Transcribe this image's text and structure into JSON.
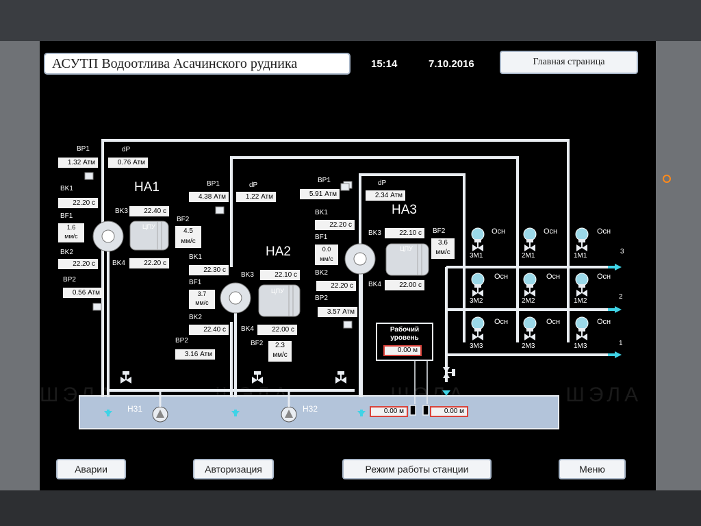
{
  "header": {
    "title": "АСУТП Водоотлива Асачинского рудника",
    "time": "15:14",
    "date": "7.10.2016",
    "home_button": "Главная страница"
  },
  "watermark": "ШЭЛА",
  "pumps": [
    {
      "name": "НА1",
      "BP1": {
        "label": "BP1",
        "value": "1.32",
        "unit": "Атм"
      },
      "dP": {
        "label": "dP",
        "value": "0.76",
        "unit": "Атм"
      },
      "BK1": {
        "label": "BK1",
        "value": "22.20",
        "unit": "с"
      },
      "BF1": {
        "label": "BF1",
        "value": "1.6",
        "unit": "мм/с"
      },
      "BK2": {
        "label": "BK2",
        "value": "22.20",
        "unit": "с"
      },
      "BP2": {
        "label": "BP2",
        "value": "0.56",
        "unit": "Атм"
      },
      "BK3": {
        "label": "BK3",
        "value": "22.40",
        "unit": "с"
      },
      "BK4": {
        "label": "BK4",
        "value": "22.20",
        "unit": "с"
      },
      "BF2": {
        "label": "BF2",
        "value": "4.5",
        "unit": "мм/с"
      },
      "motor_label": "ЦПУ"
    },
    {
      "name": "НА2",
      "BP1": {
        "label": "BP1",
        "value": "4.38",
        "unit": "Атм"
      },
      "dP": {
        "label": "dP",
        "value": "1.22",
        "unit": "Атм"
      },
      "BK1": {
        "label": "BK1",
        "value": "22.30",
        "unit": "с"
      },
      "BF1": {
        "label": "BF1",
        "value": "3.7",
        "unit": "мм/с"
      },
      "BK2": {
        "label": "BK2",
        "value": "22.40",
        "unit": "с"
      },
      "BP2": {
        "label": "BP2",
        "value": "3.16",
        "unit": "Атм"
      },
      "BK3": {
        "label": "BK3",
        "value": "22.10",
        "unit": "с"
      },
      "BK4": {
        "label": "BK4",
        "value": "22.00",
        "unit": "с"
      },
      "BF2": {
        "label": "BF2",
        "value": "2.3",
        "unit": "мм/с"
      },
      "motor_label": "ЦПУ"
    },
    {
      "name": "НА3",
      "BP1": {
        "label": "BP1",
        "value": "5.91",
        "unit": "Атм"
      },
      "dP": {
        "label": "dP",
        "value": "2.34",
        "unit": "Атм"
      },
      "BK1": {
        "label": "BK1",
        "value": "22.20",
        "unit": "с"
      },
      "BF1": {
        "label": "BF1",
        "value": "0.0",
        "unit": "мм/с"
      },
      "BK2": {
        "label": "BK2",
        "value": "22.20",
        "unit": "с"
      },
      "BP2": {
        "label": "BP2",
        "value": "3.57",
        "unit": "Атм"
      },
      "BK3": {
        "label": "BK3",
        "value": "22.10",
        "unit": "с"
      },
      "BK4": {
        "label": "BK4",
        "value": "22.00",
        "unit": "с"
      },
      "BF2": {
        "label": "BF2",
        "value": "3.6",
        "unit": "мм/с"
      },
      "motor_label": "ЦПУ"
    }
  ],
  "valves": [
    {
      "row": "3",
      "items": [
        {
          "name": "3M1",
          "label": "Осн"
        },
        {
          "name": "2M1",
          "label": "Осн"
        },
        {
          "name": "1M1",
          "label": "Осн"
        }
      ]
    },
    {
      "row": "2",
      "items": [
        {
          "name": "3M2",
          "label": "Осн"
        },
        {
          "name": "2M2",
          "label": "Осн"
        },
        {
          "name": "1M2",
          "label": "Осн"
        }
      ]
    },
    {
      "row": "1",
      "items": [
        {
          "name": "3M3",
          "label": "Осн"
        },
        {
          "name": "2M3",
          "label": "Осн"
        },
        {
          "name": "1M3",
          "label": "Осн"
        }
      ]
    }
  ],
  "tank": {
    "pump1": "Н31",
    "pump2": "Н32",
    "work_level_label": "Рабочий уровень",
    "work_level": {
      "value": "0.00",
      "unit": "м"
    },
    "level1": {
      "value": "0.00",
      "unit": "м"
    },
    "level2": {
      "value": "0.00",
      "unit": "м"
    }
  },
  "footer": {
    "alarms": "Аварии",
    "auth": "Авторизация",
    "mode": "Режим работы станции",
    "menu": "Меню"
  },
  "colors": {
    "screen": "#000000",
    "pipe": "#e9edf2",
    "tank": "#b3c4da",
    "cyan": "#3fd3e6",
    "field_bg": "#f2f2f2",
    "alert_border": "#d9433b"
  }
}
